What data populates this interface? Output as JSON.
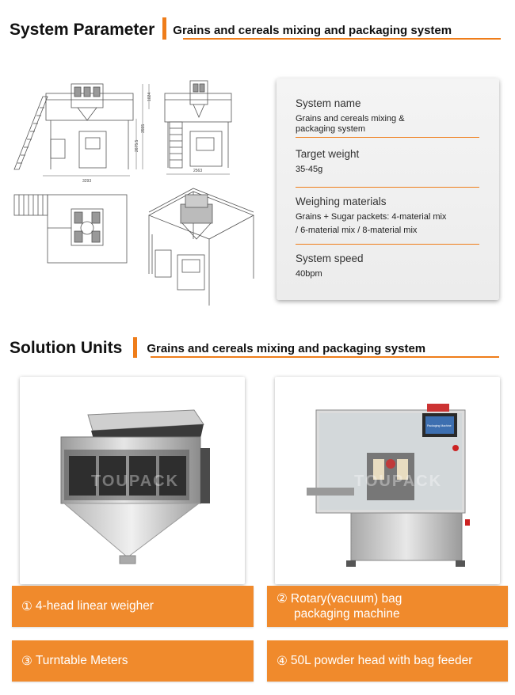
{
  "system_section": {
    "title": "System Parameter",
    "subtitle": "Grains and cereals mixing and packaging system"
  },
  "drawing_dims": {
    "front_width": "3293",
    "height_total": "3555",
    "height_mid": "2675.5",
    "height_top": "1024",
    "side_width": "2563"
  },
  "parameters": {
    "system_name_label": "System name",
    "system_name_value_line1": "Grains and cereals mixing &",
    "system_name_value_line2": "packaging system",
    "target_weight_label": "Target weight",
    "target_weight_value": "35-45g",
    "weighing_materials_label": "Weighing materials",
    "weighing_materials_line1": "Grains + Sugar packets: 4-material mix",
    "weighing_materials_line2": "/ 6-material mix / 8-material mix",
    "system_speed_label": "System speed",
    "system_speed_value": "40bpm"
  },
  "solution_section": {
    "title": "Solution Units",
    "subtitle": "Grains and cereals mixing and packaging system"
  },
  "watermark": "TOUPACK",
  "machine_screen_text": "Packaging Machine",
  "units": [
    {
      "num": "①",
      "label": "4-head linear weigher"
    },
    {
      "num": "②",
      "label_line1": "Rotary(vacuum) bag",
      "label_line2": "packaging machine"
    },
    {
      "num": "③",
      "label": "Turntable Meters"
    },
    {
      "num": "④",
      "label": "50L powder head with bag feeder"
    }
  ],
  "colors": {
    "accent": "#ef7d1a",
    "label_bg": "#f08a2c"
  }
}
